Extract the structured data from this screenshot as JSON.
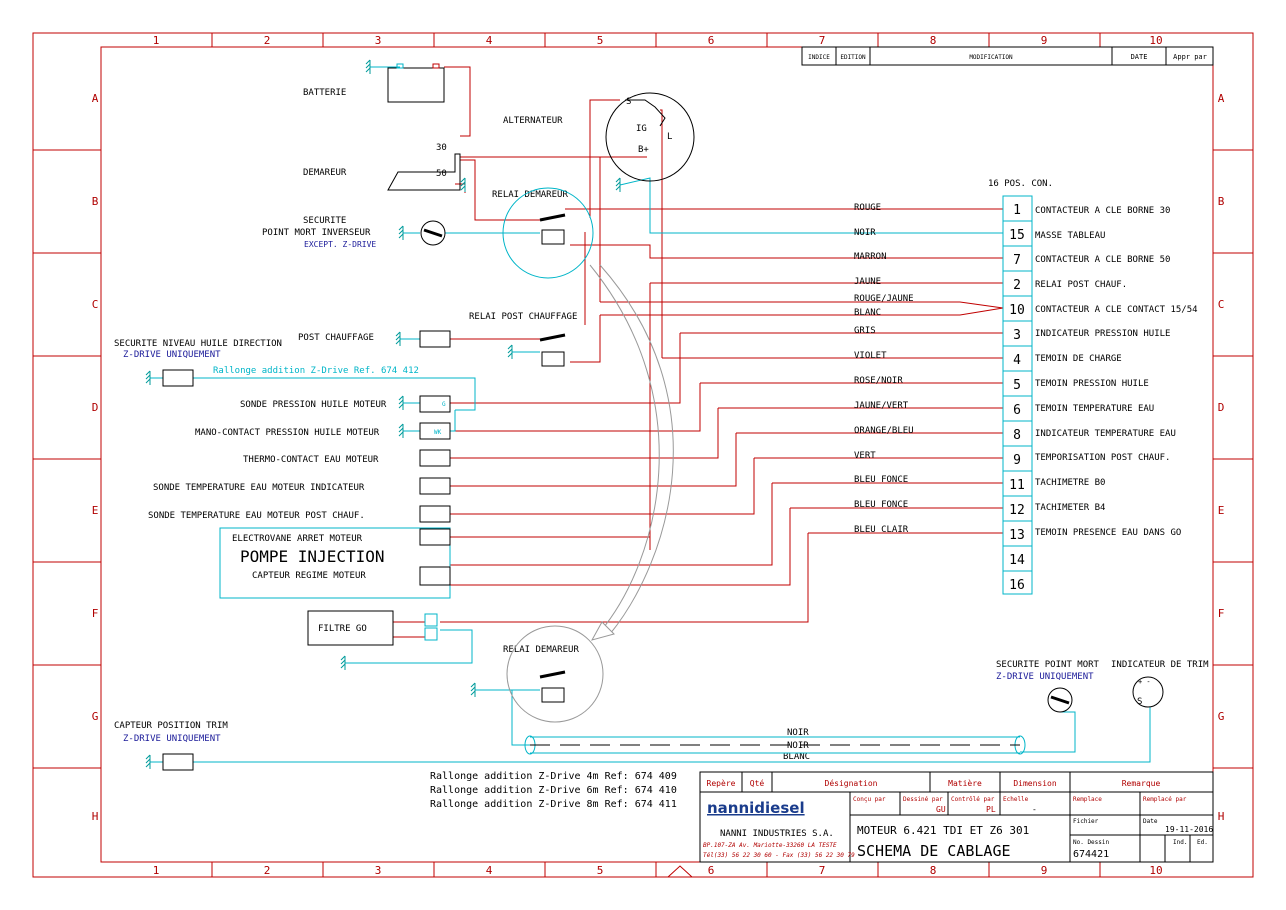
{
  "frame": {
    "columns": [
      "1",
      "2",
      "3",
      "4",
      "5",
      "6",
      "7",
      "8",
      "9",
      "10"
    ],
    "rows": [
      "A",
      "B",
      "C",
      "D",
      "E",
      "F",
      "G",
      "H"
    ]
  },
  "revision_table": {
    "indice": "INDICE",
    "edition": "EDITION",
    "modification": "MODIFICATION",
    "date": "DATE",
    "appr": "Appr par"
  },
  "components": {
    "batterie": "BATTERIE",
    "alternateur": "ALTERNATEUR",
    "alt_s": "S",
    "alt_ig": "IG",
    "alt_l": "L",
    "alt_b": "B+",
    "demarreur": "DEMAREUR",
    "dem_30": "30",
    "dem_50": "50",
    "relai_demareur": "RELAI DEMAREUR",
    "securite_line1": "SECURITE",
    "securite_line2": "POINT MORT INVERSEUR",
    "except_zdrive": "EXCEPT. Z-DRIVE",
    "post_chauffage": "POST CHAUFFAGE",
    "relai_post": "RELAI POST CHAUFFAGE",
    "securite_niveau": "SECURITE NIVEAU HUILE DIRECTION",
    "zdrive_uniquement": "Z-DRIVE UNIQUEMENT",
    "rallonge_zdrive": "Rallonge addition  Z-Drive  Ref. 674 412",
    "sonde_pression": "SONDE PRESSION HUILE MOTEUR",
    "mano_contact": "MANO-CONTACT PRESSION HUILE MOTEUR",
    "thermo_contact": "THERMO-CONTACT EAU MOTEUR",
    "sonde_temp_ind": "SONDE TEMPERATURE EAU MOTEUR INDICATEUR",
    "sonde_temp_post": "SONDE TEMPERATURE EAU MOTEUR POST CHAUF.",
    "electrovane": "ELECTROVANE ARRET MOTEUR",
    "pompe_injection": "POMPE INJECTION",
    "capteur_regime": "CAPTEUR REGIME MOTEUR",
    "filtre_go": "FILTRE GO",
    "relai_demareur2": "RELAI DEMAREUR",
    "capteur_trim": "CAPTEUR POSITION TRIM",
    "zdrive_uniquement2": "Z-DRIVE UNIQUEMENT",
    "securite_point_mort": "SECURITE POINT MORT",
    "zdrive_uniquement3": "Z-DRIVE UNIQUEMENT",
    "indicateur_trim": "INDICATEUR DE TRIM",
    "cable_noir1": "NOIR",
    "cable_noir2": "NOIR",
    "cable_blanc": "BLANC",
    "g_mark": "G",
    "wk_mark": "WK",
    "plus_minus": "+ -",
    "s_mark": "S"
  },
  "connector": {
    "title": "16 POS. CON.",
    "pins": [
      {
        "pos": "1",
        "wire": "ROUGE",
        "desc": "CONTACTEUR A CLE BORNE 30"
      },
      {
        "pos": "15",
        "wire": "NOIR",
        "desc": "MASSE TABLEAU"
      },
      {
        "pos": "7",
        "wire": "MARRON",
        "desc": "CONTACTEUR A CLE BORNE 50"
      },
      {
        "pos": "2",
        "wire": "JAUNE",
        "desc": "RELAI POST CHAUF."
      },
      {
        "pos": "10",
        "wire": "ROUGE/JAUNE",
        "wire2": "BLANC",
        "desc": "CONTACTEUR A CLE CONTACT 15/54"
      },
      {
        "pos": "3",
        "wire": "GRIS",
        "desc": "INDICATEUR PRESSION HUILE"
      },
      {
        "pos": "4",
        "wire": "VIOLET",
        "desc": "TEMOIN DE CHARGE"
      },
      {
        "pos": "5",
        "wire": "ROSE/NOIR",
        "desc": "TEMOIN PRESSION HUILE"
      },
      {
        "pos": "6",
        "wire": "JAUNE/VERT",
        "desc": "TEMOIN TEMPERATURE EAU"
      },
      {
        "pos": "8",
        "wire": "ORANGE/BLEU",
        "desc": "INDICATEUR TEMPERATURE EAU"
      },
      {
        "pos": "9",
        "wire": "VERT",
        "desc": "TEMPORISATION POST CHAUF."
      },
      {
        "pos": "11",
        "wire": "BLEU FONCE",
        "desc": "TACHIMETRE B0"
      },
      {
        "pos": "12",
        "wire": "BLEU FONCE",
        "desc": "TACHIMETER B4"
      },
      {
        "pos": "13",
        "wire": "BLEU CLAIR",
        "desc": "TEMOIN PRESENCE EAU DANS GO"
      },
      {
        "pos": "14",
        "wire": "",
        "desc": ""
      },
      {
        "pos": "16",
        "wire": "",
        "desc": ""
      }
    ]
  },
  "extensions": [
    "Rallonge addition  Z-Drive 4m  Ref: 674 409",
    "Rallonge addition  Z-Drive 6m  Ref: 674 410",
    "Rallonge addition  Z-Drive 8m  Ref: 674 411"
  ],
  "title_block": {
    "repere": "Repère",
    "qte": "Qté",
    "designation": "Désignation",
    "matiere": "Matière",
    "dimension": "Dimension",
    "remarque": "Remarque",
    "logo": "nannidiesel",
    "company": "NANNI INDUSTRIES S.A.",
    "address1": "BP.107-ZA Av. Mariotte-33260 LA TESTE",
    "address2": "Tél(33) 56 22 30 60 - Fax (33) 56 22 30 79",
    "concu_par": "Conçu par",
    "dessine_par": "Dessiné par",
    "dessine_val": "GU",
    "controle_par": "Contrôlé par",
    "controle_val": "PL",
    "echelle": "Echelle",
    "echelle_val": "-",
    "remplace": "Remplace",
    "remplace_par": "Remplacé par",
    "fichier": "Fichier",
    "date_lbl": "Date",
    "date_val": "19-11-2016",
    "title1": "MOTEUR 6.421 TDI ET Z6 301",
    "title2": "SCHEMA DE CABLAGE",
    "no_dessin": "No. Dessin",
    "no_val": "674421",
    "ind": "Ind.",
    "ed": "Ed."
  }
}
